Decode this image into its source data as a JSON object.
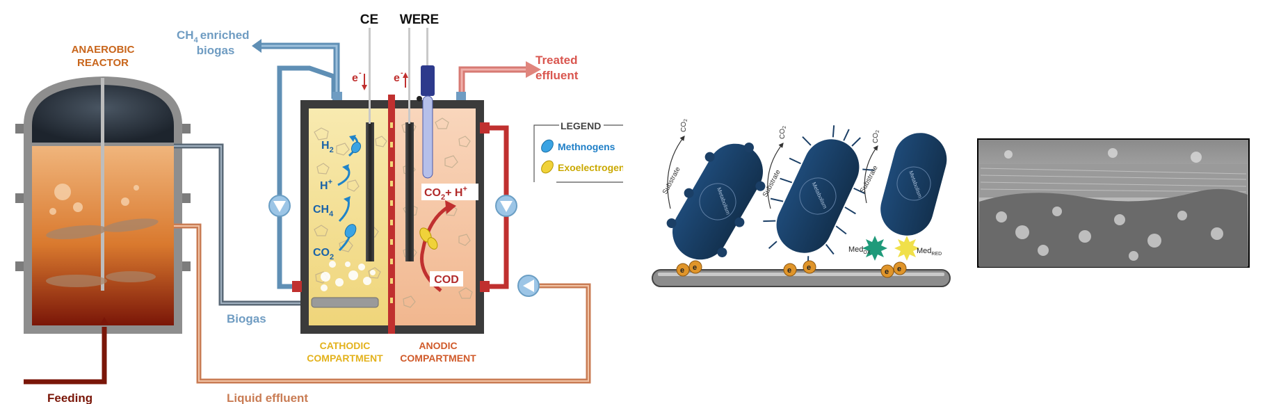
{
  "reactor": {
    "title_line1": "ANAEROBIC",
    "title_line2": "REACTOR"
  },
  "flows": {
    "ch4_sub": "4",
    "ch4_prefix": "CH",
    "ch4_suffix": "enriched",
    "ch4_line2": "biogas",
    "treated_line1": "Treated",
    "treated_line2": "effluent",
    "biogas": "Biogas",
    "feeding": "Feeding",
    "liquid_effluent": "Liquid effluent"
  },
  "electrodes": {
    "ce": "CE",
    "we": "WE",
    "re": "RE"
  },
  "electron": {
    "e": "e",
    "minus": "-"
  },
  "species": {
    "h2": "H",
    "h2_sub": "2",
    "hplus": "H",
    "hplus_sup": "+",
    "ch4": "CH",
    "ch4_sub": "4",
    "co2": "CO",
    "co2_sub": "2",
    "co2h_anode": "CO",
    "co2h_anode_sub": "2",
    "co2h_anode_rest": "+ H",
    "co2h_anode_sup": "+",
    "cod": "COD"
  },
  "compartments": {
    "cathodic_line1": "CATHODIC",
    "cathodic_line2": "COMPARTMENT",
    "anodic_line1": "ANODIC",
    "anodic_line2": "COMPARTMENT"
  },
  "legend": {
    "title": "LEGEND",
    "items": [
      {
        "label": "Methnogens",
        "color": "#2a8fd6"
      },
      {
        "label": "Exoelectrogens",
        "color": "#e2c21c"
      }
    ]
  },
  "bacteria": {
    "metabolism": "Metabolism",
    "substrate": "Substrate",
    "co2": "CO",
    "co2_sub": "2",
    "med_ox": "Med",
    "med_ox_sub": "OX",
    "med_red": "Med",
    "med_red_sub": "RED"
  },
  "colors": {
    "reactor_orange": "#c8651b",
    "biogas_blue": "#6f9cc2",
    "effluent_red": "#c0302f",
    "cathode_yellow": "#f3df92",
    "anode_peach": "#f6c7a3",
    "bacteria_navy": "#1b3f66",
    "legend_blue": "#1f7fc7",
    "legend_yellow": "#caa800"
  }
}
